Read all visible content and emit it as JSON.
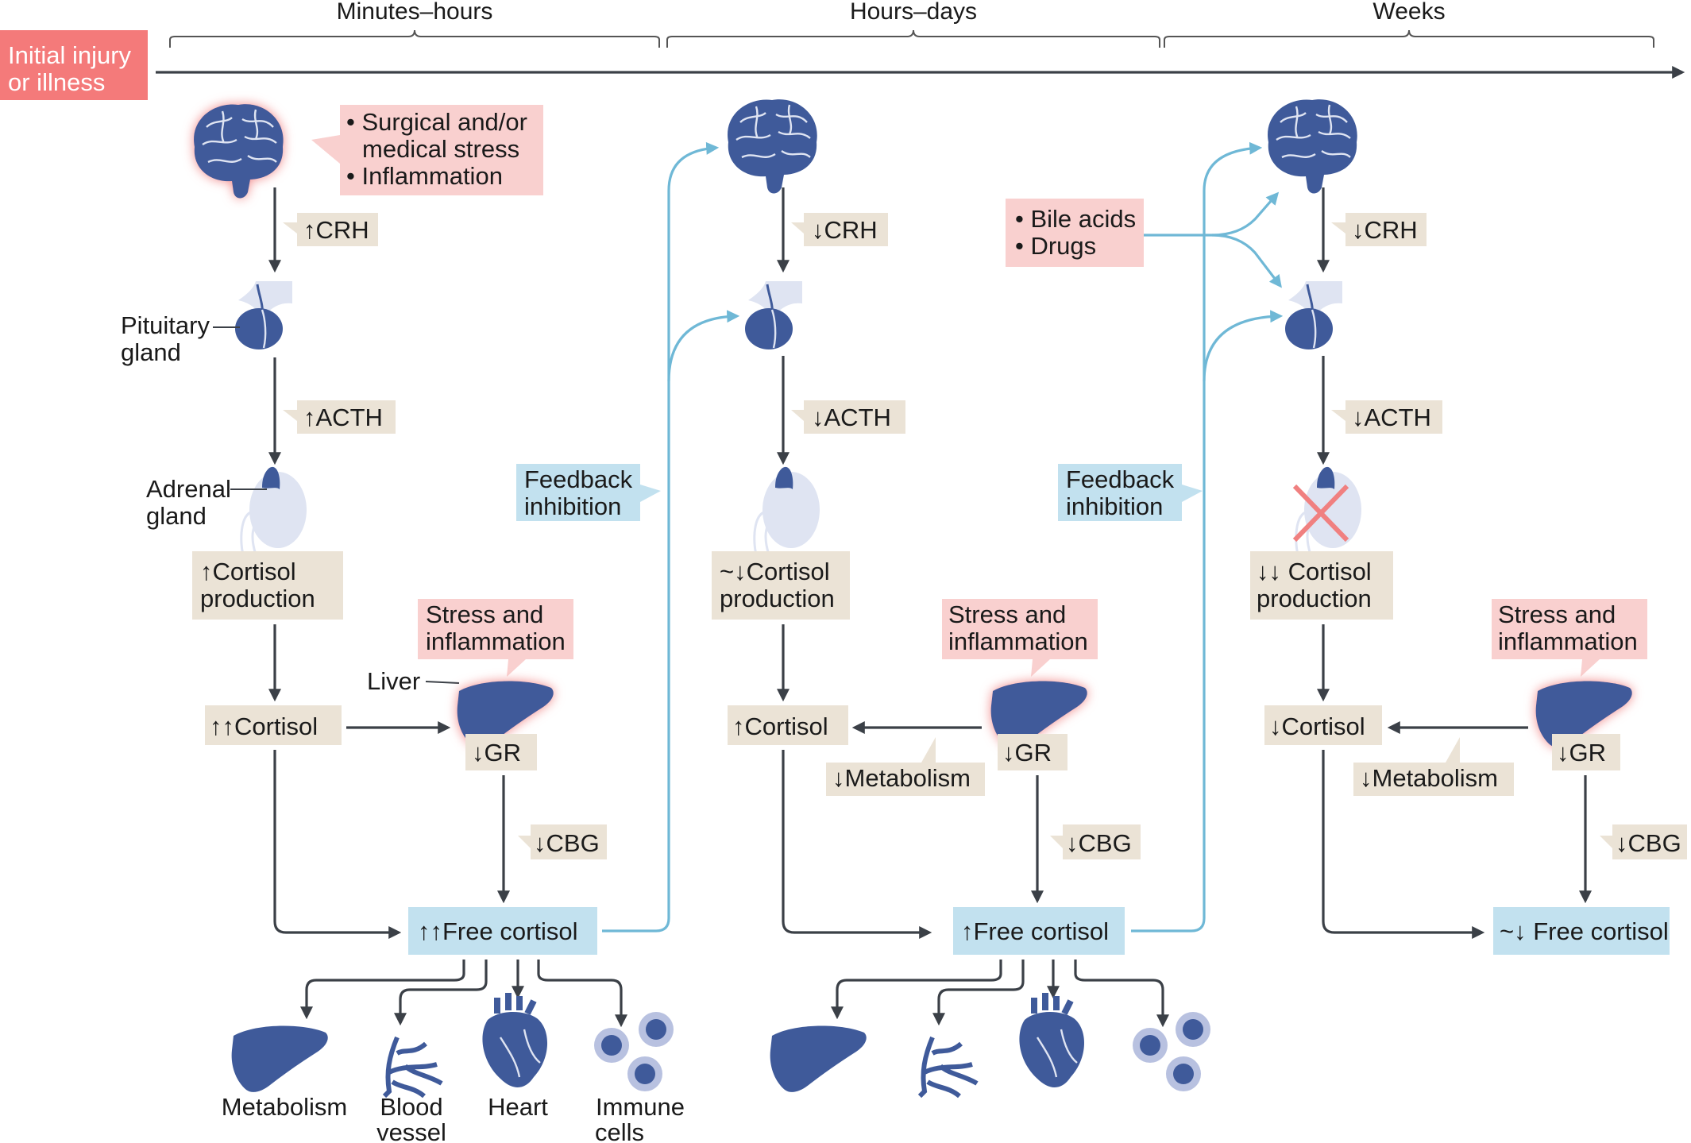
{
  "phases": [
    "Minutes–hours",
    "Hours–days",
    "Weeks"
  ],
  "start_label": [
    "Initial injury",
    "or illness"
  ],
  "col1": {
    "stress_items": [
      "• Surgical and/or",
      "medical stress",
      "• Inflammation"
    ],
    "crh": "↑CRH",
    "pituitary_label": [
      "Pituitary",
      "gland"
    ],
    "acth": "↑ACTH",
    "adrenal_label": [
      "Adrenal",
      "gland"
    ],
    "production": [
      "↑Cortisol",
      "production"
    ],
    "cortisol": "↑↑Cortisol",
    "liver_label": "Liver",
    "stress_liver": [
      "Stress and",
      "inflammation"
    ],
    "gr": "↓GR",
    "cbg": "↓CBG",
    "free_cortisol": "↑↑Free cortisol",
    "targets": [
      "Metabolism",
      "Blood",
      "vessel",
      "Heart",
      "Immune",
      "cells"
    ]
  },
  "col2": {
    "crh": "↓CRH",
    "acth": "↓ACTH",
    "production": [
      "~↓Cortisol",
      "production"
    ],
    "cortisol": "↑Cortisol",
    "metabolism": "↓Metabolism",
    "stress_liver": [
      "Stress and",
      "inflammation"
    ],
    "gr": "↓GR",
    "cbg": "↓CBG",
    "free_cortisol": "↑Free cortisol"
  },
  "col3": {
    "bile_items": [
      "• Bile acids",
      "• Drugs"
    ],
    "crh": "↓CRH",
    "acth": "↓ACTH",
    "production": [
      "↓↓ Cortisol",
      "production"
    ],
    "cortisol": "↓Cortisol",
    "metabolism": "↓Metabolism",
    "stress_liver": [
      "Stress and",
      "inflammation"
    ],
    "gr": "↓GR",
    "cbg": "↓CBG",
    "free_cortisol": "~↓ Free cortisol"
  },
  "feedback_1": [
    "Feedback",
    "inhibition"
  ],
  "feedback_2": [
    "Feedback",
    "inhibition"
  ],
  "colors": {
    "arrow": "#3b4047",
    "feedback": "#6fb8d6",
    "organ": "#3f5a9a",
    "tan_box": "#ebe3d6",
    "pink_box": "#f9d0cf",
    "blue_box": "#c2e1ef",
    "start_box": "#f47a7a",
    "cross": "#f08080"
  }
}
